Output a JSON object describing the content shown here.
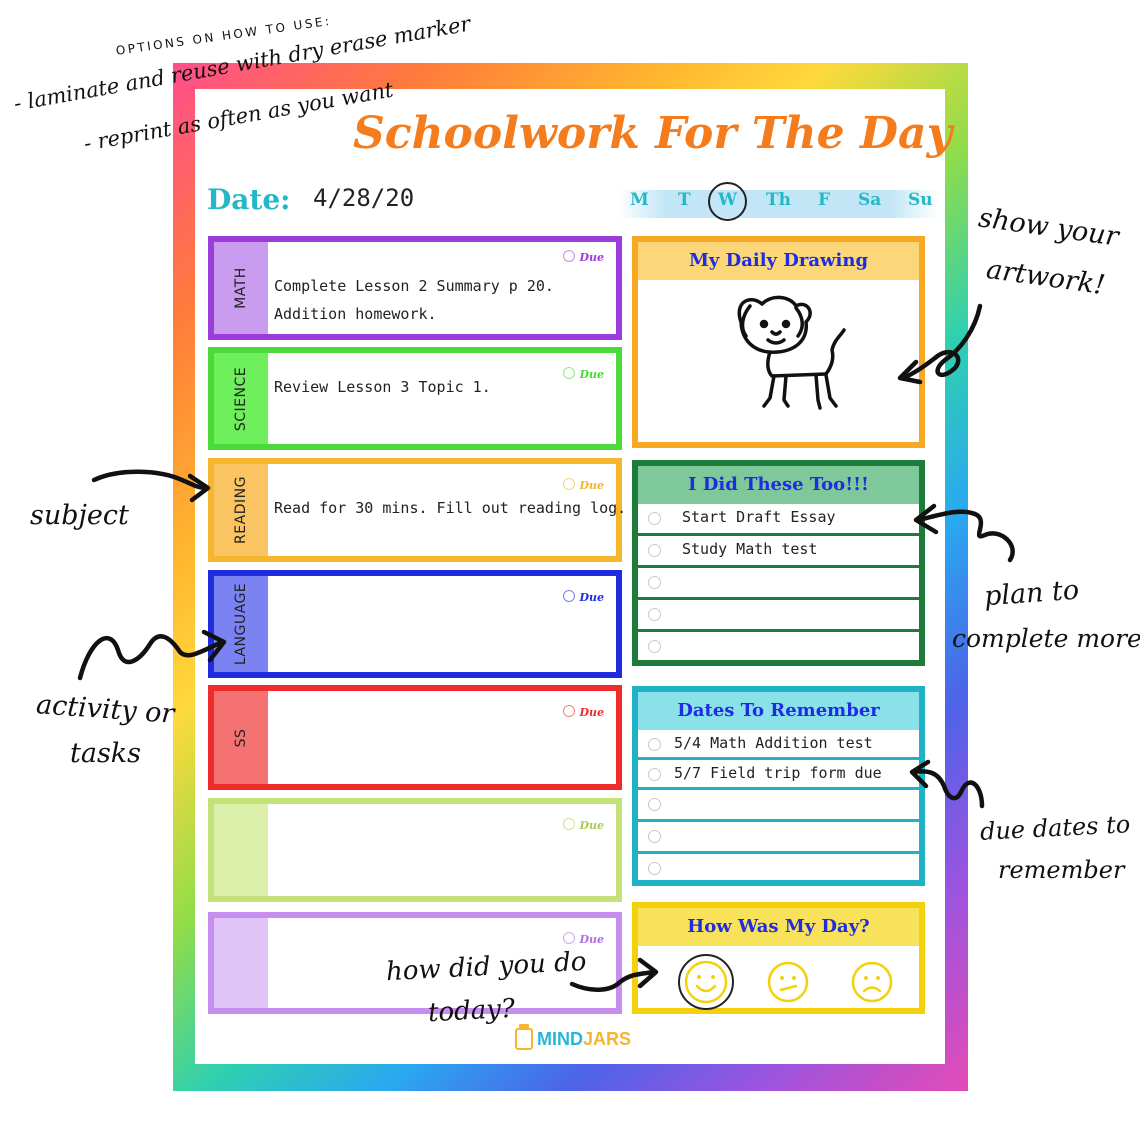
{
  "colors": {
    "title": "#f47c1c",
    "accent": "#23b8c8",
    "math": "#9b3ddb",
    "science": "#4cd93a",
    "reading": "#f5b52d",
    "language": "#1f2ce0",
    "ss": "#ef2b2b",
    "blank1": "#c3e27a",
    "blank2": "#c58ef0",
    "drawing": "#f9a825",
    "todo": "#1e7c3a",
    "dates": "#1fb2c6",
    "mood": "#f4d20b"
  },
  "instructions": {
    "heading": "OPTIONS ON HOW TO USE:",
    "option1": "- laminate and reuse with dry erase marker",
    "option2": "- reprint as often as you want"
  },
  "title": "Schoolwork For The Day",
  "date": {
    "label": "Date:",
    "value": "4/28/20"
  },
  "days": [
    {
      "label": "M"
    },
    {
      "label": "T"
    },
    {
      "label": "W"
    },
    {
      "label": "Th"
    },
    {
      "label": "F"
    },
    {
      "label": "Sa"
    },
    {
      "label": "Su"
    }
  ],
  "due_label": "Due",
  "subjects": [
    {
      "name": "MATH",
      "task1": "Complete Lesson 2 Summary p 20.",
      "task2": " Addition homework."
    },
    {
      "name": "SCIENCE",
      "task1": " Review Lesson 3 Topic 1.",
      "task2": ""
    },
    {
      "name": "READING",
      "task1": "Read for 30 mins.  Fill out reading log.",
      "task2": ""
    },
    {
      "name": "LANGUAGE",
      "task1": "",
      "task2": ""
    },
    {
      "name": "SS",
      "task1": "",
      "task2": ""
    },
    {
      "name": "",
      "task1": "",
      "task2": ""
    },
    {
      "name": "",
      "task1": "",
      "task2": ""
    }
  ],
  "drawing": {
    "title": "My Daily Drawing"
  },
  "todo": {
    "title": "I Did These Too!!!",
    "items": [
      "Start Draft Essay",
      "Study Math test",
      "",
      "",
      ""
    ]
  },
  "dates_box": {
    "title": "Dates To Remember",
    "items": [
      "5/4 Math Addition test",
      "5/7 Field trip form due",
      "",
      "",
      ""
    ]
  },
  "mood": {
    "title": "How Was My Day?"
  },
  "annotations": {
    "artwork_line1": "show your",
    "artwork_line2": "artwork!",
    "subject": "subject",
    "activity_line1": "activity or",
    "activity_line2": "tasks",
    "plan_line1": "plan to",
    "plan_line2": "complete more",
    "due_line1": "due dates to",
    "due_line2": "remember",
    "how_line1": "how did you do",
    "how_line2": "today?"
  },
  "logo": {
    "part1": "MIND",
    "part2": "JARS"
  }
}
